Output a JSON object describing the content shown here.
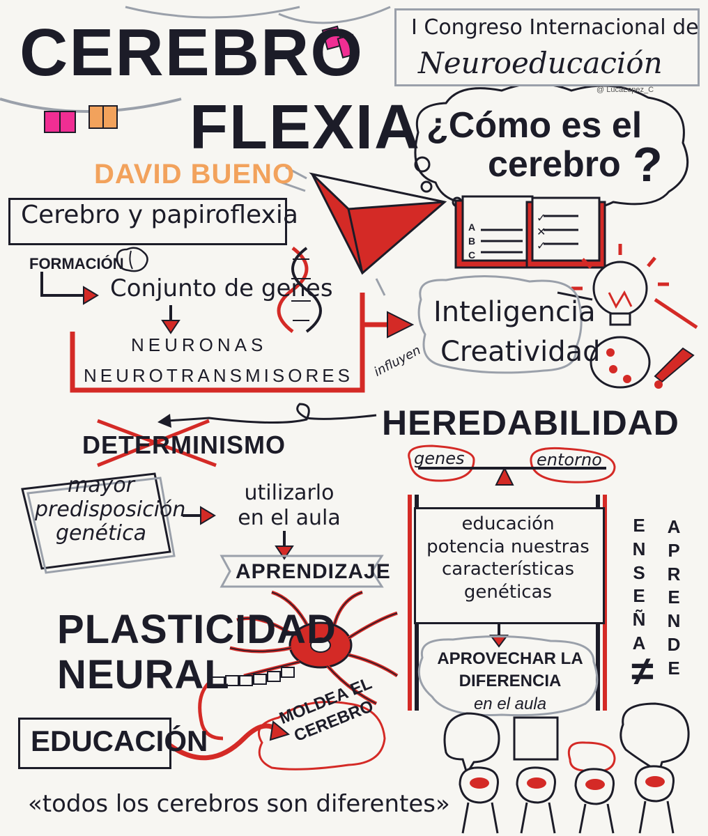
{
  "header": {
    "title_line1": "CEREBRO",
    "title_dash": "-",
    "title_line2": "FLEXIA",
    "congreso_line1": "I Congreso Internacional de",
    "congreso_line2": "Neuroeducación",
    "credit": "@ LucaLopez_C"
  },
  "question": {
    "line1": "¿Cómo es el",
    "line2": "cerebro",
    "mark": "?"
  },
  "author": "DAVID BUENO",
  "subtitle": "Cerebro y papiroflexia",
  "flow": {
    "formacion": "FORMACIÓN",
    "conjunto": "Conjunto de genes",
    "neuronas": "NEURONAS",
    "neurotransmisores": "NEUROTRANSMISORES",
    "influyen": "influyen",
    "inteligencia": "Inteligencia",
    "creatividad": "Creatividad"
  },
  "quiz_letters": [
    "A",
    "B",
    "C"
  ],
  "heredabilidad": {
    "title": "HEREDABILIDAD",
    "genes": "genes",
    "entorno": "entorno"
  },
  "determinismo": "DETERMINISMO",
  "mayor": [
    "mayor",
    "predisposición",
    "genética"
  ],
  "utilizar": [
    "utilizarlo",
    "en el aula"
  ],
  "aprendizaje": "APRENDIZAJE",
  "board": [
    "educación",
    "potencia nuestras",
    "características",
    "genéticas"
  ],
  "ensena": [
    "E",
    "N",
    "S",
    "E",
    "Ñ",
    "A"
  ],
  "aprende": [
    "A",
    "P",
    "R",
    "E",
    "N",
    "D",
    "E"
  ],
  "not_equal": "≠",
  "plasticidad": [
    "PLASTICIDAD",
    "NEURAL"
  ],
  "aprovechar": [
    "APROVECHAR LA",
    "DIFERENCIA",
    "en el aula"
  ],
  "educacion": "EDUCACIÓN",
  "moldea": [
    "MOLDEA EL",
    "CEREBRO"
  ],
  "quote": "«todos los cerebros son diferentes»",
  "colors": {
    "ink": "#1c1c28",
    "red": "#d42a26",
    "orange": "#f2a25c",
    "gray": "#9aa0aa",
    "pink": "#f02e93",
    "paper": "#f7f6f2"
  }
}
